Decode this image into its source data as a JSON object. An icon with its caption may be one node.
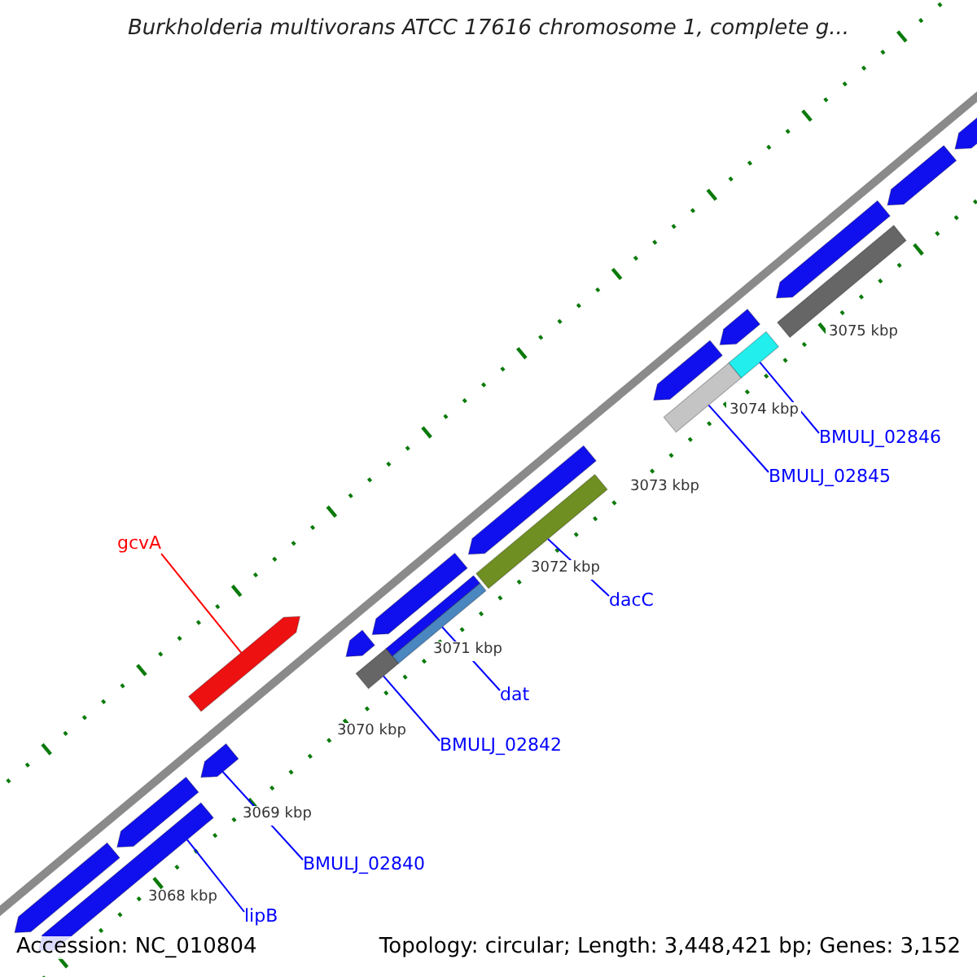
{
  "diagram": {
    "title": "Burkholderia multivorans ATCC 17616 chromosome 1, complete g...",
    "nodes": [
      {
        "text": [
          "gcvA"
        ]
      },
      {
        "text": [],
        "shape": "arrow"
      },
      {
        "text": [
          "BMULJ_02846"
        ]
      },
      {
        "text": [],
        "shape": "bar"
      },
      {
        "text": [
          "BMULJ_02845"
        ]
      },
      {
        "text": [],
        "shape": "bar"
      },
      {
        "text": [
          "dacC"
        ]
      },
      {
        "text": [],
        "shape": "bar"
      },
      {
        "text": [
          "dat"
        ]
      },
      {
        "text": [],
        "shape": "bar"
      },
      {
        "text": [
          "BMULJ_02842"
        ]
      },
      {
        "text": [],
        "shape": "bar"
      },
      {
        "text": [
          "BMULJ_02840"
        ]
      },
      {
        "text": [],
        "shape": "arrow"
      },
      {
        "text": [
          "lipB"
        ]
      },
      {
        "text": [],
        "shape": "arrow"
      },
      {
        "text": [],
        "shape": "arrow"
      },
      {
        "text": [],
        "shape": "arrow"
      },
      {
        "text": [],
        "shape": "arrow"
      },
      {
        "text": [],
        "shape": "arrow"
      },
      {
        "text": [],
        "shape": "bar"
      },
      {
        "text": [],
        "shape": "arrow"
      },
      {
        "text": [],
        "shape": "arrow"
      },
      {
        "text": [],
        "shape": "arrow"
      },
      {
        "text": [],
        "shape": "bar"
      },
      {
        "text": [],
        "shape": "arrow"
      },
      {
        "text": [],
        "shape": "arrow"
      },
      {
        "text": [],
        "shape": "arrow"
      }
    ],
    "edges": [
      {
        "from": 0,
        "to": 1,
        "arrow": "none",
        "color": "#ff0000"
      },
      {
        "from": 2,
        "to": 3,
        "arrow": "none"
      },
      {
        "from": 4,
        "to": 5,
        "arrow": "none"
      },
      {
        "from": 6,
        "to": 7,
        "arrow": "none"
      },
      {
        "from": 8,
        "to": 9,
        "arrow": "none"
      },
      {
        "from": 10,
        "to": 11,
        "arrow": "none"
      },
      {
        "from": 12,
        "to": 13,
        "arrow": "none"
      },
      {
        "from": 14,
        "to": 15,
        "arrow": "none"
      }
    ],
    "labels": [
      "3075 kbp",
      "3074 kbp",
      "3073 kbp",
      "3072 kbp",
      "3071 kbp",
      "3070 kbp",
      "3069 kbp",
      "3068 kbp",
      "Accession: NC_010804",
      "Topology: circular; Length: 3,448,421 bp; Genes: 3,152"
    ]
  }
}
